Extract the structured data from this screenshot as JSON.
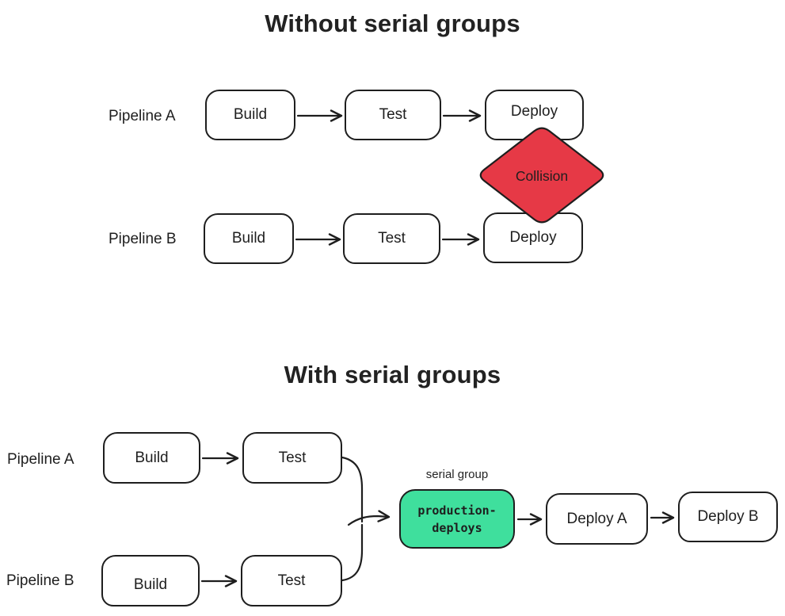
{
  "colors": {
    "background": "#ffffff",
    "stroke": "#1e1e1e",
    "text": "#1e1e1e",
    "collision_fill": "#e63946",
    "serial_group_fill": "#3fdf9d"
  },
  "without_serial_groups": {
    "title": "Without serial groups",
    "pipeline_a": {
      "label": "Pipeline A",
      "steps": [
        "Build",
        "Test",
        "Deploy"
      ]
    },
    "pipeline_b": {
      "label": "Pipeline B",
      "steps": [
        "Build",
        "Test",
        "Deploy"
      ]
    },
    "collision_label": "Collision"
  },
  "with_serial_groups": {
    "title": "With serial groups",
    "pipeline_a": {
      "label": "Pipeline A",
      "steps": [
        "Build",
        "Test"
      ]
    },
    "pipeline_b": {
      "label": "Pipeline B",
      "steps": [
        "Build",
        "Test"
      ]
    },
    "serial_group": {
      "caption": "serial group",
      "name_line1": "production-",
      "name_line2": "deploys"
    },
    "deploy_steps": [
      "Deploy A",
      "Deploy B"
    ]
  }
}
